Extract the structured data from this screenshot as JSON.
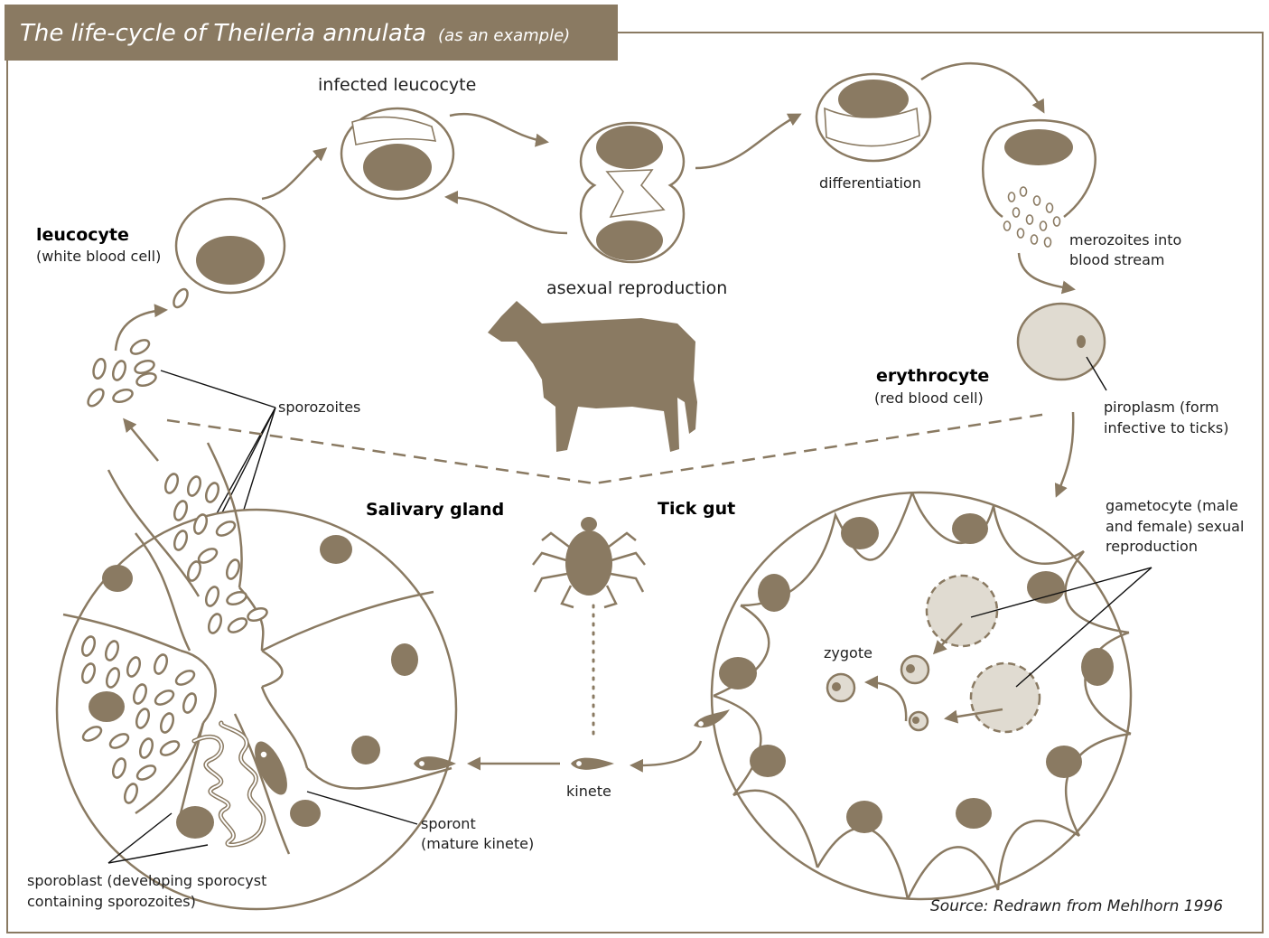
{
  "title": {
    "main": "The life-cycle of Theileria annulata",
    "sub": "(as an example)"
  },
  "colors": {
    "accent": "#8a7a62",
    "light_fill": "#e0dbd1",
    "text": "#1f1f1f"
  },
  "labels": {
    "infected_leucocyte": "infected leucocyte",
    "asexual_reproduction": "asexual reproduction",
    "differentiation": "differentiation",
    "merozoites_line1": "merozoites into",
    "merozoites_line2": "blood stream",
    "leucocyte": "leucocyte",
    "leucocyte_sub": "(white blood cell)",
    "erythrocyte": "erythrocyte",
    "erythrocyte_sub": "(red blood cell)",
    "piroplasm_line1": "piroplasm (form",
    "piroplasm_line2": "infective to ticks)",
    "sporozoites": "sporozoites",
    "salivary_gland": "Salivary gland",
    "tick_gut": "Tick gut",
    "gametocyte_line1": "gametocyte (male",
    "gametocyte_line2": "and female) sexual",
    "gametocyte_line3": "reproduction",
    "zygote": "zygote",
    "kinete": "kinete",
    "sporont_line1": "sporont",
    "sporont_line2": "(mature kinete)",
    "sporoblast_line1": "sporoblast (developing sporocyst",
    "sporoblast_line2": "containing sporozoites)"
  },
  "source": "Source: Redrawn from Mehlhorn 1996",
  "icons": {
    "cow": "cow-icon",
    "tick": "tick-icon"
  }
}
